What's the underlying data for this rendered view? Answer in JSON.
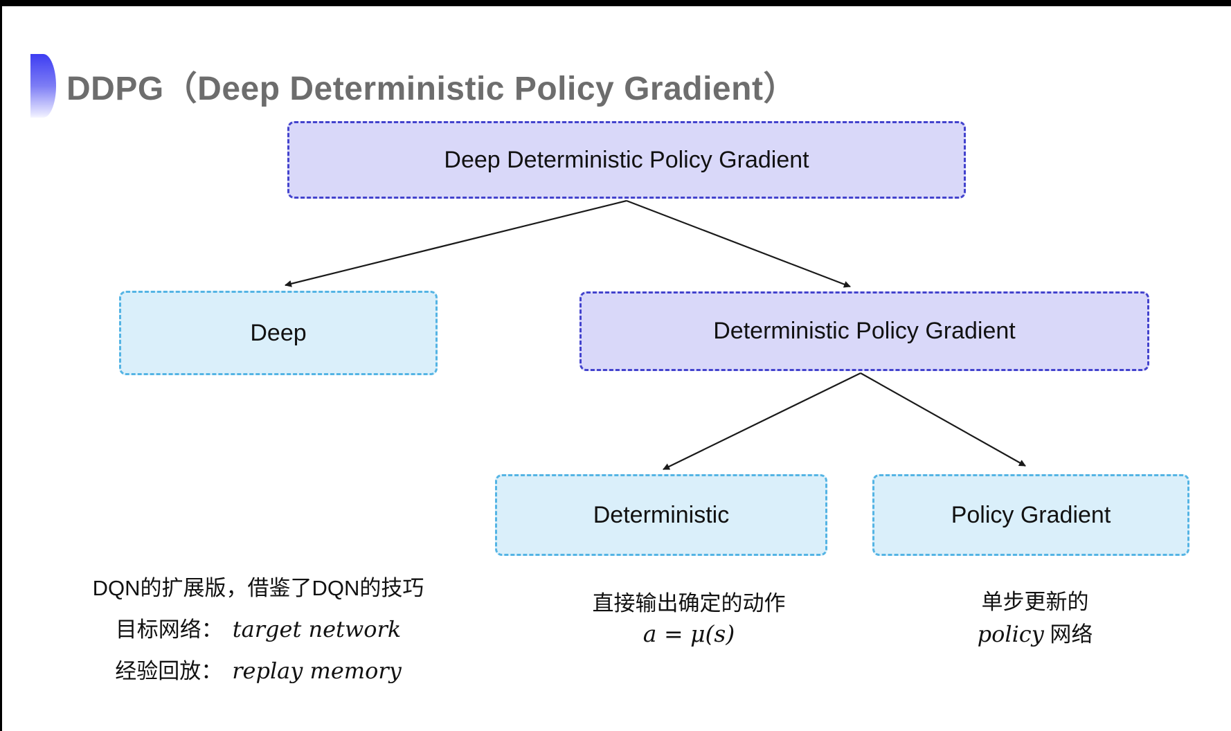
{
  "header": {
    "title": "DDPG（Deep Deterministic Policy Gradient）",
    "icon": "gradient-semicircle-bullet"
  },
  "diagram": {
    "nodes": [
      {
        "id": "root",
        "label": "Deep Deterministic Policy Gradient",
        "variant": "purple"
      },
      {
        "id": "deep",
        "label": "Deep",
        "variant": "cyan"
      },
      {
        "id": "dpg",
        "label": "Deterministic Policy Gradient",
        "variant": "purple"
      },
      {
        "id": "det",
        "label": "Deterministic",
        "variant": "cyan"
      },
      {
        "id": "pg",
        "label": "Policy Gradient",
        "variant": "cyan"
      }
    ],
    "edges": [
      {
        "from": "root",
        "to": "deep"
      },
      {
        "from": "root",
        "to": "dpg"
      },
      {
        "from": "dpg",
        "to": "det"
      },
      {
        "from": "dpg",
        "to": "pg"
      }
    ]
  },
  "annotations": {
    "deep_note": {
      "line1": "DQN的扩展版，借鉴了DQN的技巧",
      "line2_label": "目标网络：",
      "line2_term": "target network",
      "line3_label": "经验回放：",
      "line3_term": "replay memory"
    },
    "det_note": {
      "line1": "直接输出确定的动作",
      "formula": "a = μ(s)"
    },
    "pg_note": {
      "line1": "单步更新的",
      "line2_term": "policy",
      "line2_suffix": " 网络"
    }
  },
  "colors": {
    "purple_fill": "#d9d8f9",
    "purple_border": "#4343cd",
    "cyan_fill": "#daeffa",
    "cyan_border": "#54b4e4",
    "title_gray": "#6d6d6d",
    "arrow": "#1a1a1a",
    "letterbox": "#000000"
  }
}
